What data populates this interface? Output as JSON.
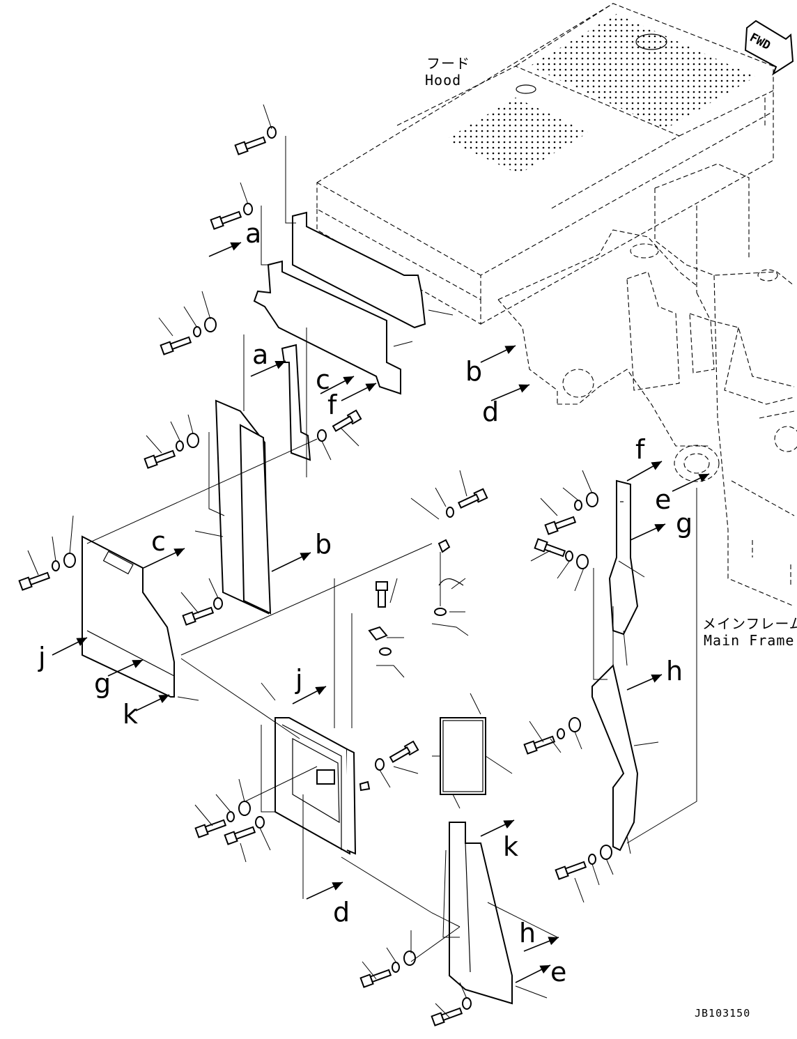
{
  "labels": {
    "hood_jp": "フード",
    "hood_en": "Hood",
    "frame_jp": "メインフレーム",
    "frame_en": "Main Frame",
    "fwd": "FWD",
    "drawing_code": "JB103150"
  },
  "callouts": [
    {
      "id": "a1",
      "text": "a"
    },
    {
      "id": "a2",
      "text": "a"
    },
    {
      "id": "b1",
      "text": "b"
    },
    {
      "id": "b2",
      "text": "b"
    },
    {
      "id": "c1",
      "text": "c"
    },
    {
      "id": "c2",
      "text": "c"
    },
    {
      "id": "d1",
      "text": "d"
    },
    {
      "id": "d2",
      "text": "d"
    },
    {
      "id": "e1",
      "text": "e"
    },
    {
      "id": "e2",
      "text": "e"
    },
    {
      "id": "f1",
      "text": "f"
    },
    {
      "id": "f2",
      "text": "f"
    },
    {
      "id": "g1",
      "text": "g"
    },
    {
      "id": "g2",
      "text": "g"
    },
    {
      "id": "h1",
      "text": "h"
    },
    {
      "id": "h2",
      "text": "h"
    },
    {
      "id": "j1",
      "text": "j"
    },
    {
      "id": "j2",
      "text": "j"
    },
    {
      "id": "k1",
      "text": "k"
    },
    {
      "id": "k2",
      "text": "k"
    }
  ],
  "colors": {
    "line": "#000000",
    "background": "#ffffff"
  }
}
